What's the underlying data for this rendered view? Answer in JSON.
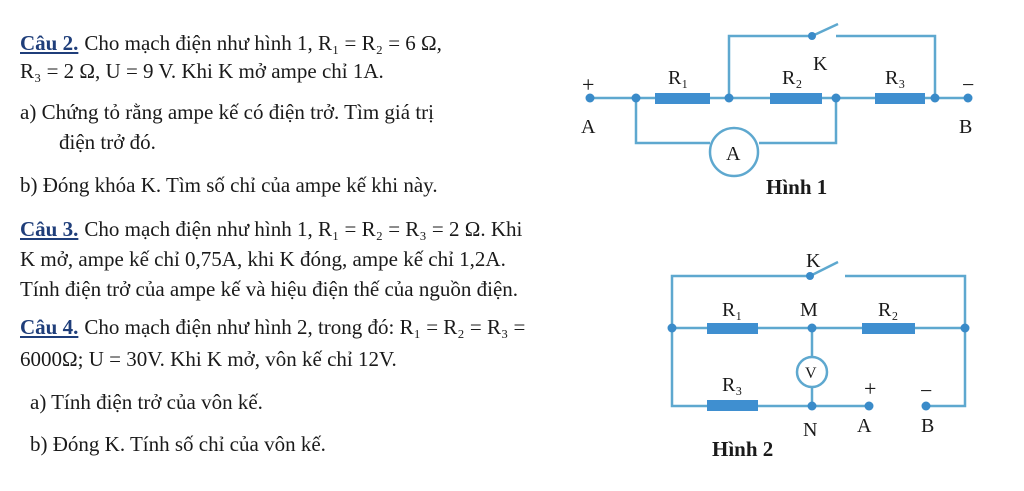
{
  "q2": {
    "label": "Câu 2.",
    "line1": "Cho mạch điện như hình 1, R₁ = R₂ = 6 Ω,",
    "line2": "R₃ = 2 Ω, U = 9 V. Khi K mở ampe chỉ 1A.",
    "a_line1": "a) Chứng tỏ rằng ampe kế có điện trở. Tìm giá trị",
    "a_line2": "điện trở đó.",
    "b": "b) Đóng khóa K. Tìm số chỉ của ampe kế khi này."
  },
  "q3": {
    "label": "Câu 3.",
    "line1": "Cho mạch điện như hình 1, R₁ = R₂ = R₃ = 2 Ω. Khi",
    "line2": "K mở, ampe kế chỉ 0,75A, khi K đóng, ampe kế chỉ 1,2A.",
    "line3": "Tính điện trở của ampe kế và hiệu điện thế của nguồn điện."
  },
  "q4": {
    "label": "Câu 4.",
    "line1": "Cho mạch điện như hình 2, trong đó: R₁ = R₂ = R₃ =",
    "line2": "6000Ω; U = 30V. Khi K mở, vôn kế chỉ 12V.",
    "a": "a) Tính điện trở của vôn kế.",
    "b": "b) Đóng K. Tính số chỉ của vôn kế."
  },
  "fig1": {
    "caption": "Hình 1",
    "r1": "R₁",
    "r2": "R₂",
    "r3": "R₃",
    "k": "K",
    "a": "A",
    "b": "B",
    "ammeter": "A",
    "plus": "+",
    "minus": "−"
  },
  "fig2": {
    "caption": "Hình 2",
    "r1": "R₁",
    "r2": "R₂",
    "r3": "R₃",
    "k": "K",
    "m": "M",
    "n": "N",
    "a": "A",
    "b": "B",
    "voltmeter": "V",
    "plus": "+",
    "minus": "−"
  },
  "colors": {
    "wire": "#5ea8cf",
    "resistor": "#3f8fd0",
    "node": "#3a8bc9",
    "heading": "#1f3e7a"
  }
}
